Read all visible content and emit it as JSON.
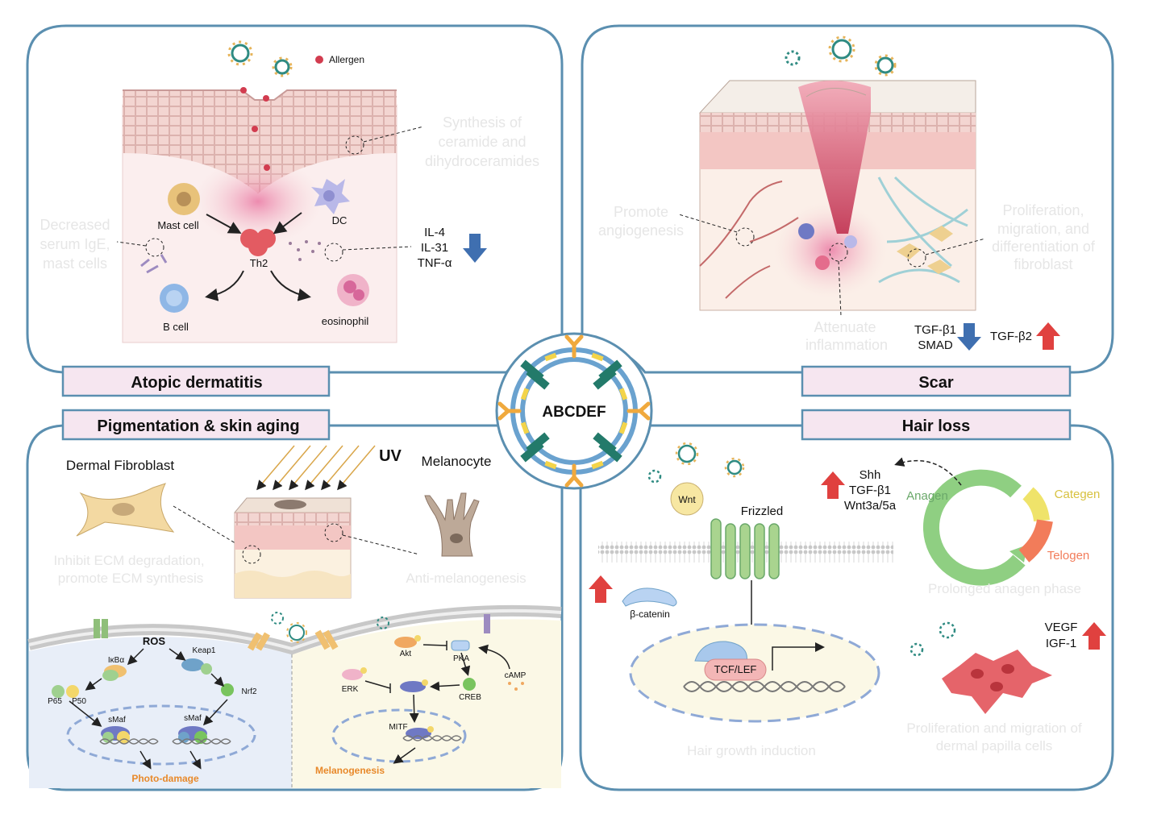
{
  "center": {
    "label": "ABCDEF"
  },
  "panels": {
    "atopic": {
      "title": "Atopic dermatitis",
      "allergen": "Allergen",
      "synthesis": [
        "Synthesis of",
        "ceramide and",
        "dihydroceramides"
      ],
      "decreased": [
        "Decreased",
        "serum IgE,",
        "mast cells"
      ],
      "cells": {
        "mast": "Mast cell",
        "dc": "DC",
        "th2": "Th2",
        "bcell": "B cell",
        "eos": "eosinophil"
      },
      "cytokines": [
        "IL-4",
        "IL-31",
        "TNF-α"
      ]
    },
    "scar": {
      "title": "Scar",
      "angio": [
        "Promote",
        "angiogenesis"
      ],
      "fibro": [
        "Proliferation,",
        "migration, and",
        "differentiation of",
        "fibroblast"
      ],
      "inflam": [
        "Attenuate",
        "inflammation"
      ],
      "tgfb1": [
        "TGF-β1",
        "SMAD"
      ],
      "tgfb2": "TGF-β2"
    },
    "pigment": {
      "title": "Pigmentation & skin aging",
      "fibroblast": "Dermal Fibroblast",
      "uv": "UV",
      "melanocyte": "Melanocyte",
      "ecm": [
        "Inhibit ECM degradation,",
        "promote ECM synthesis"
      ],
      "anti": "Anti-melanogenesis",
      "left_cell": {
        "ros": "ROS",
        "ikba": "IκBα",
        "keap1": "Keap1",
        "p65": "P65",
        "p50": "P50",
        "nrf2": "Nrf2",
        "smaf1": "sMaf",
        "smaf2": "sMaf",
        "result": "Photo-damage"
      },
      "right_cell": {
        "akt": "Akt",
        "pka": "PKA",
        "camp": "cAMP",
        "erk": "ERK",
        "creb": "CREB",
        "mitf": "MITF",
        "result": "Melanogenesis"
      }
    },
    "hair": {
      "title": "Hair loss",
      "wnt": "Wnt",
      "frizzled": "Frizzled",
      "catenin": "β-catenin",
      "tcf": "TCF/LEF",
      "growth": "Hair growth induction",
      "factors": [
        "Shh",
        "TGF-β1",
        "Wnt3a/5a"
      ],
      "anagen": "Anagen",
      "categen": "Categen",
      "telogen": "Telogen",
      "prolonged": "Prolonged anagen phase",
      "vegf": [
        "VEGF",
        "IGF-1"
      ],
      "papilla": [
        "Proliferation and migration of",
        "dermal papilla cells"
      ]
    }
  },
  "colors": {
    "frame": "#5b8fb0",
    "title_bg": "#f6e6f0",
    "down_arrow": "#3f6fb0",
    "up_arrow": "#e0413f",
    "skin_pink": "#f2c9c9",
    "fibroblast": "#f3d9a2",
    "faded_text": "#e6e6e6"
  }
}
